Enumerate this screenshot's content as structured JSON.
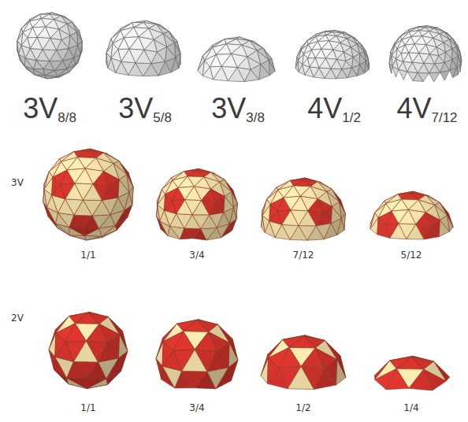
{
  "diagram": {
    "labels": [
      "3V",
      "8/8",
      "3V",
      "5/8",
      "3V",
      "3/8",
      "4V",
      "1/2",
      "4V",
      "7/12",
      "3V",
      "1/1",
      "3/4",
      "7/12",
      "5/12",
      "2V",
      "1/1",
      "3/4",
      "1/2",
      "1/4"
    ]
  }
}
